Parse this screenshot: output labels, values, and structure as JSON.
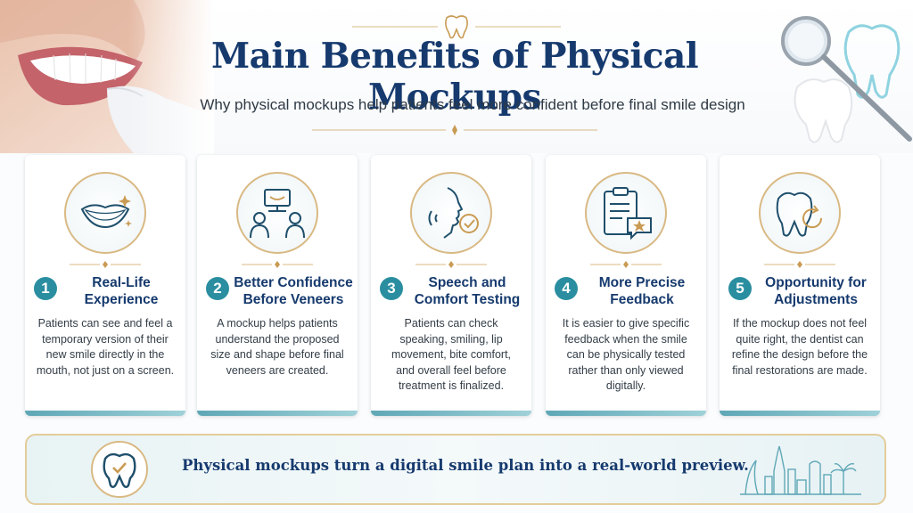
{
  "header": {
    "title": "Main Benefits of Physical Mockups",
    "subtitle": "Why physical mockups help patients feel more confident before final smile design"
  },
  "colors": {
    "navy": "#163a6e",
    "teal": "#2a8ea0",
    "gold": "#d9b983"
  },
  "cards": [
    {
      "number": "1",
      "title": "Real-Life Experience",
      "text": "Patients can see and feel a temporary version of their new smile directly in the mouth, not just on a screen.",
      "icon": "smile-lips-icon"
    },
    {
      "number": "2",
      "title": "Better Confidence Before Veneers",
      "text": "A mockup helps patients understand the proposed size and shape before final veneers are created.",
      "icon": "consultation-screen-icon"
    },
    {
      "number": "3",
      "title": "Speech and Comfort Testing",
      "text": "Patients can check speaking, smiling, lip movement, bite comfort, and overall feel before treatment is finalized.",
      "icon": "speech-profile-icon"
    },
    {
      "number": "4",
      "title": "More Precise Feedback",
      "text": "It is easier to give specific feedback when the smile can be physically tested rather than only viewed digitally.",
      "icon": "clipboard-feedback-icon"
    },
    {
      "number": "5",
      "title": "Opportunity for Adjustments",
      "text": "If the mockup does not feel quite right, the dentist can refine the design before the final restorations are made.",
      "icon": "tooth-refresh-icon"
    }
  ],
  "banner": {
    "text": "Physical mockups turn a digital smile plan into a real-world preview.",
    "icon": "tooth-check-icon"
  }
}
